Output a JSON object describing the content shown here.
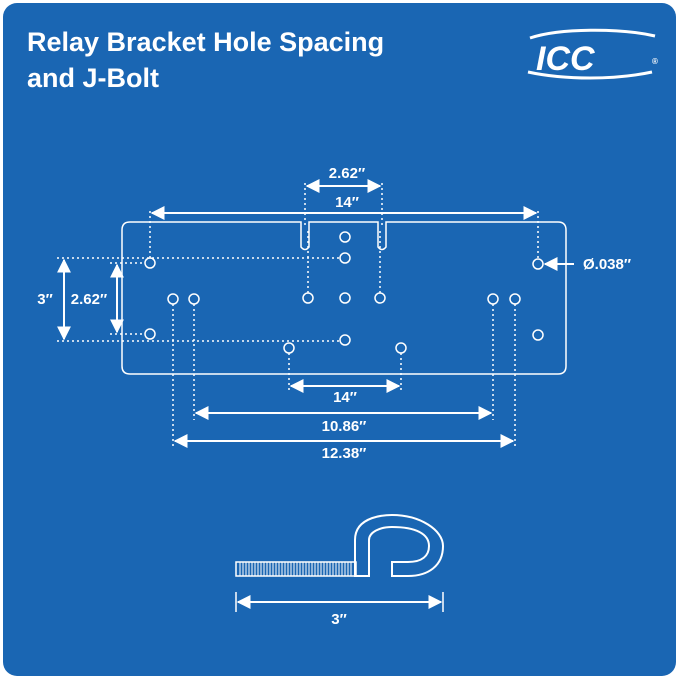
{
  "title": {
    "line1": "Relay Bracket Hole Spacing",
    "line2": "and J-Bolt"
  },
  "logo": {
    "text": "ICC",
    "mark": "®"
  },
  "colors": {
    "background": "#1a66b3",
    "foreground": "#ffffff"
  },
  "dimensions": {
    "slot_spacing": "2.62″",
    "top_width": "14″",
    "hole_diameter": "Ø.038″",
    "left_outer_height": "3″",
    "left_inner_height": "2.62″",
    "bottom_14": "14″",
    "bottom_1086": "10.86″",
    "bottom_1238": "12.38″",
    "jbolt_length": "3″"
  }
}
